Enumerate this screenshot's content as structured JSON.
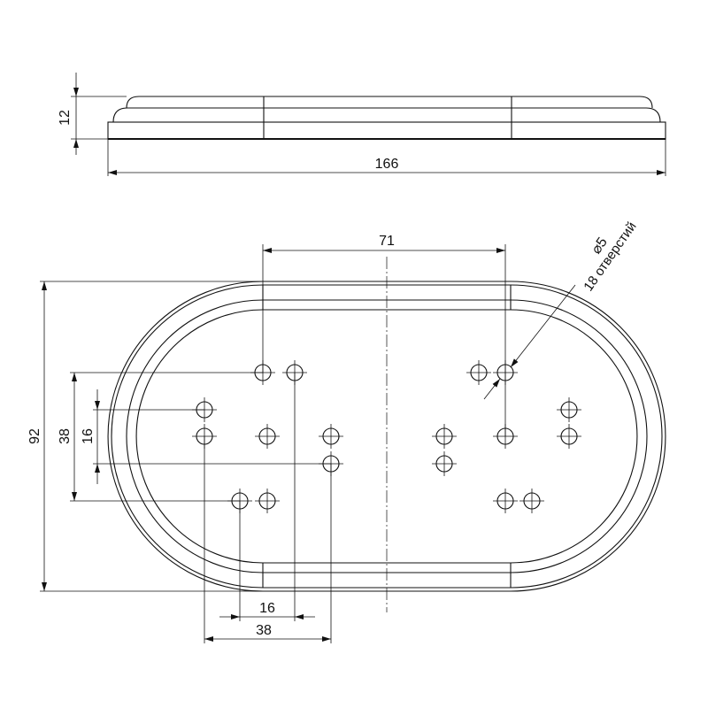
{
  "side_view": {
    "height_dim": "12",
    "width_dim": "166"
  },
  "top_view": {
    "hole_spacing_dim": "71",
    "height_dim": "92",
    "vertical_dim_outer": "38",
    "vertical_dim_inner": "16",
    "horizontal_dim_inner": "16",
    "horizontal_dim_outer": "38",
    "hole_diameter": "⌀5",
    "hole_count_note": "18 отверстий"
  }
}
